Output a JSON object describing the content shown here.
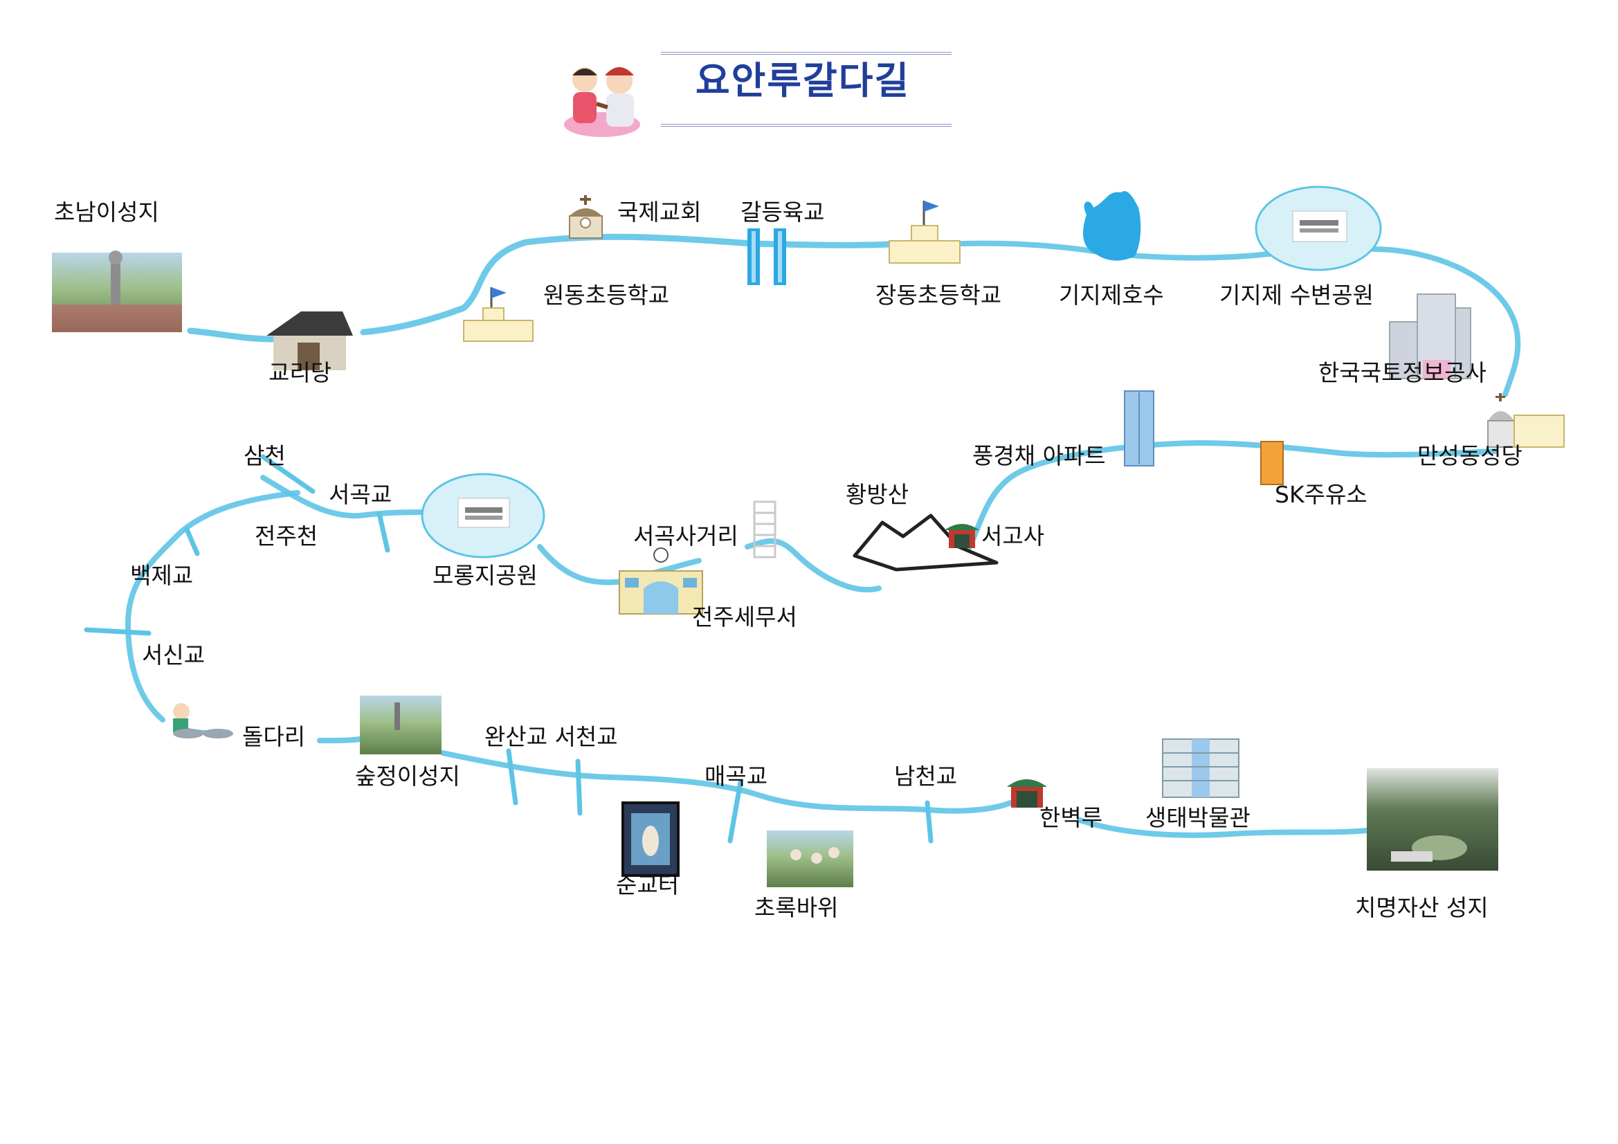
{
  "title": "요안루갈다길",
  "colors": {
    "route": "#5ec4e6",
    "title": "#1f3f9a",
    "water": "#2aa9e4",
    "park_bubble": "#d8f1f8"
  },
  "places": {
    "chonam_seongji": "초남이성지",
    "gyoridang": "교리당",
    "gukje_church": "국제교회",
    "wondong_school": "원동초등학교",
    "galdeung_bridge": "갈등육교",
    "jangdong_school": "장동초등학교",
    "gijije_lake": "기지제호수",
    "gijije_park": "기지제  수변공원",
    "lx_office": "한국국토정보공사",
    "mansungdong_church": "만성동성당",
    "sk_station": "SK주유소",
    "pungyeong_apt": "풍경채  아파트",
    "hwangbangsan": "황방산",
    "seogosa": "서고사",
    "seogok_intersection": "서곡사거리",
    "jeonju_tax_office": "전주세무서",
    "morongji_park": "모롱지공원",
    "seogok_bridge": "서곡교",
    "samcheon": "삼천",
    "jeonjucheon": "전주천",
    "baekje_bridge": "백제교",
    "seosin_bridge": "서신교",
    "doldari": "돌다리",
    "sup_seongji": "숲정이성지",
    "wansan_seocheon_bridge": "완산교  서천교",
    "sungyo_site": "순교터",
    "maegok_bridge": "매곡교",
    "chorok_bawi": "초록바위",
    "namcheon_bridge": "남천교",
    "hanbyeokru": "한벽루",
    "eco_museum": "생태박물관",
    "chimyeongjasan": "치명자산  성지"
  }
}
